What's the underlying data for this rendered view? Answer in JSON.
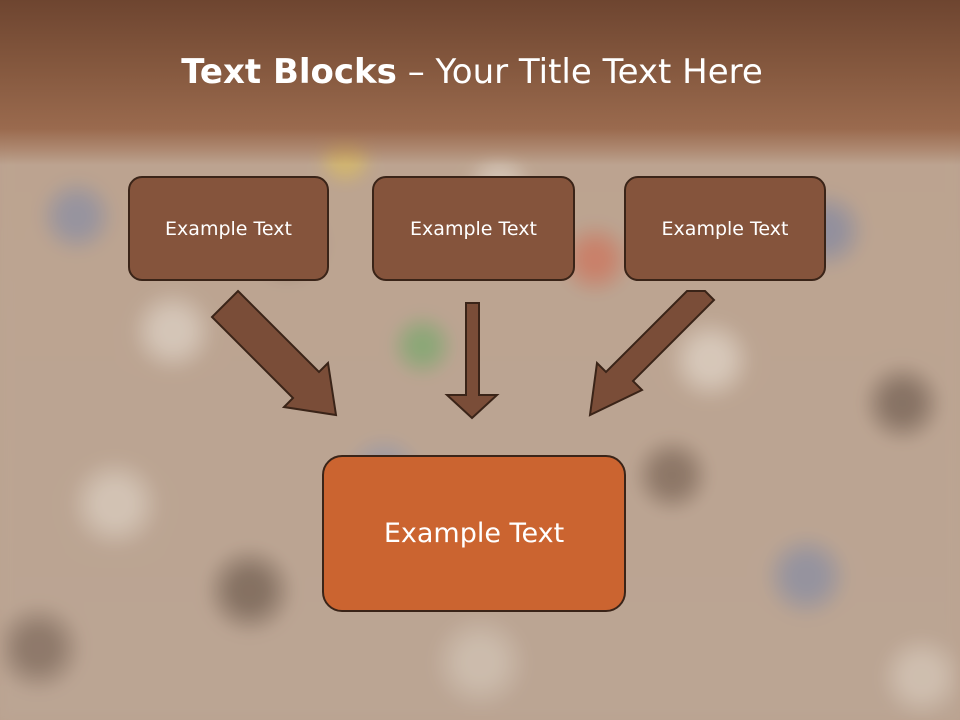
{
  "slide": {
    "title_bold": "Text Blocks",
    "title_separator": " – ",
    "title_rest": "Your Title Text Here",
    "blocks": [
      {
        "label": "Example Text"
      },
      {
        "label": "Example Text"
      },
      {
        "label": "Example Text"
      }
    ],
    "main_block": {
      "label": "Example Text"
    }
  },
  "colors": {
    "title_band": "#875a40",
    "block_fill": "#85543c",
    "main_block_fill": "#cb6430",
    "arrow_fill": "#7a4d38",
    "outline": "#3a2418"
  }
}
